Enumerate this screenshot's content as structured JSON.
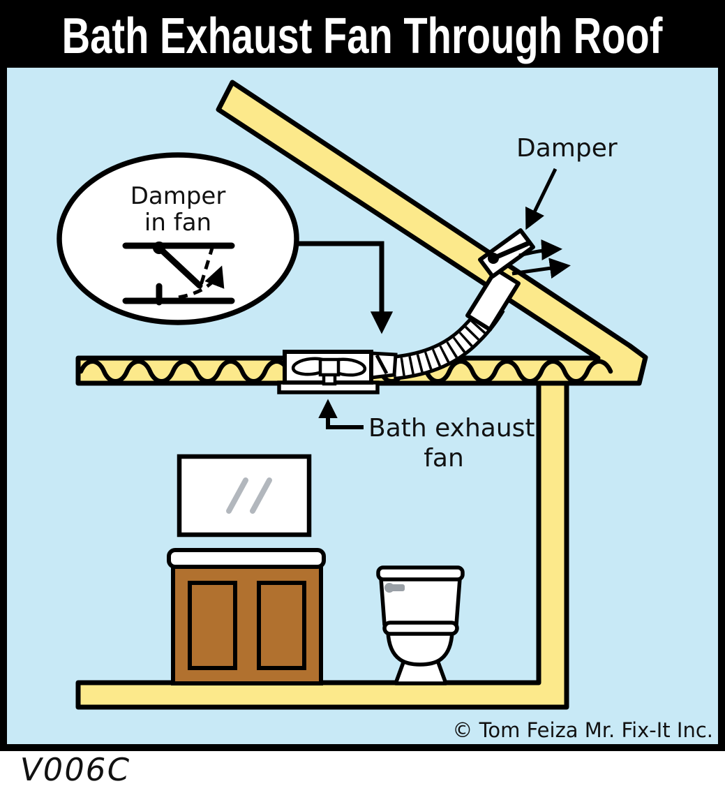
{
  "title": "Bath Exhaust Fan Through Roof",
  "callout": {
    "line1": "Damper",
    "line2": "in fan"
  },
  "damper_label": "Damper",
  "fan_label": {
    "line1": "Bath exhaust",
    "line2": "fan"
  },
  "footer": {
    "copyright": "© Tom Feiza Mr. Fix-It Inc.",
    "code": "V006C"
  },
  "colors": {
    "background_blue": "#c8e9f6",
    "structure_yellow": "#fce98b",
    "cabinet_brown": "#b1712f",
    "outline_black": "#000000",
    "title_bar": "#000000",
    "title_text": "#ffffff",
    "mirror_gray": "#b2b7bd"
  }
}
